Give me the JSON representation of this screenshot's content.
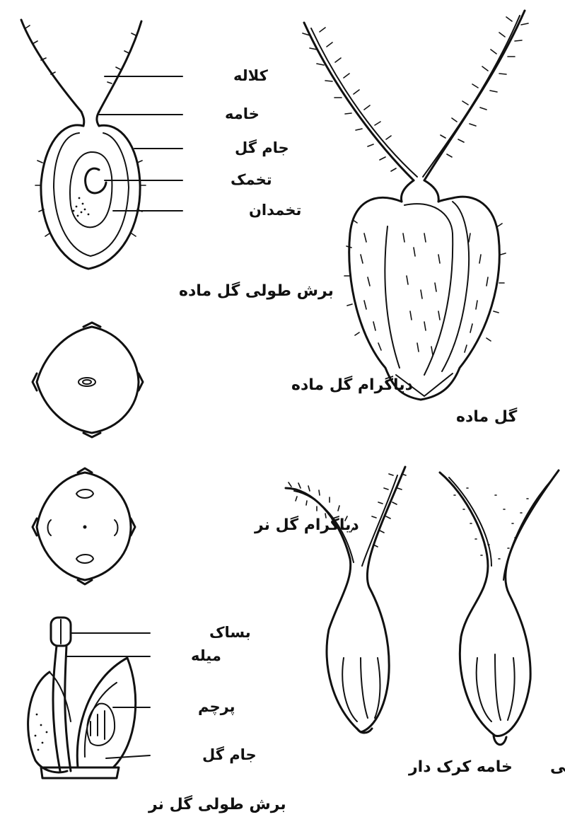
{
  "female_section": {
    "caption": "برش طولی گل ماده",
    "labels": {
      "stigma": "کلاله",
      "style": "خامه",
      "perianth": "جام گل",
      "ovule": "تخمک",
      "ovary": "تخمدان"
    }
  },
  "female_flower": {
    "caption": "گل ماده"
  },
  "female_diagram": {
    "caption": "دیاگرام گل ماده"
  },
  "male_diagram": {
    "caption": "دیاگرام گل نر"
  },
  "male_section": {
    "caption": "برش طولی گل نر",
    "labels": {
      "anther": "بساک",
      "filament": "میله",
      "stamen": "پرچم",
      "perianth": "جام گل"
    }
  },
  "hairy_style": {
    "caption": "خامه کرک دار"
  },
  "membranous_style": {
    "caption": "خامه غشایی"
  },
  "colors": {
    "ink": "#111111",
    "background": "#ffffff"
  }
}
